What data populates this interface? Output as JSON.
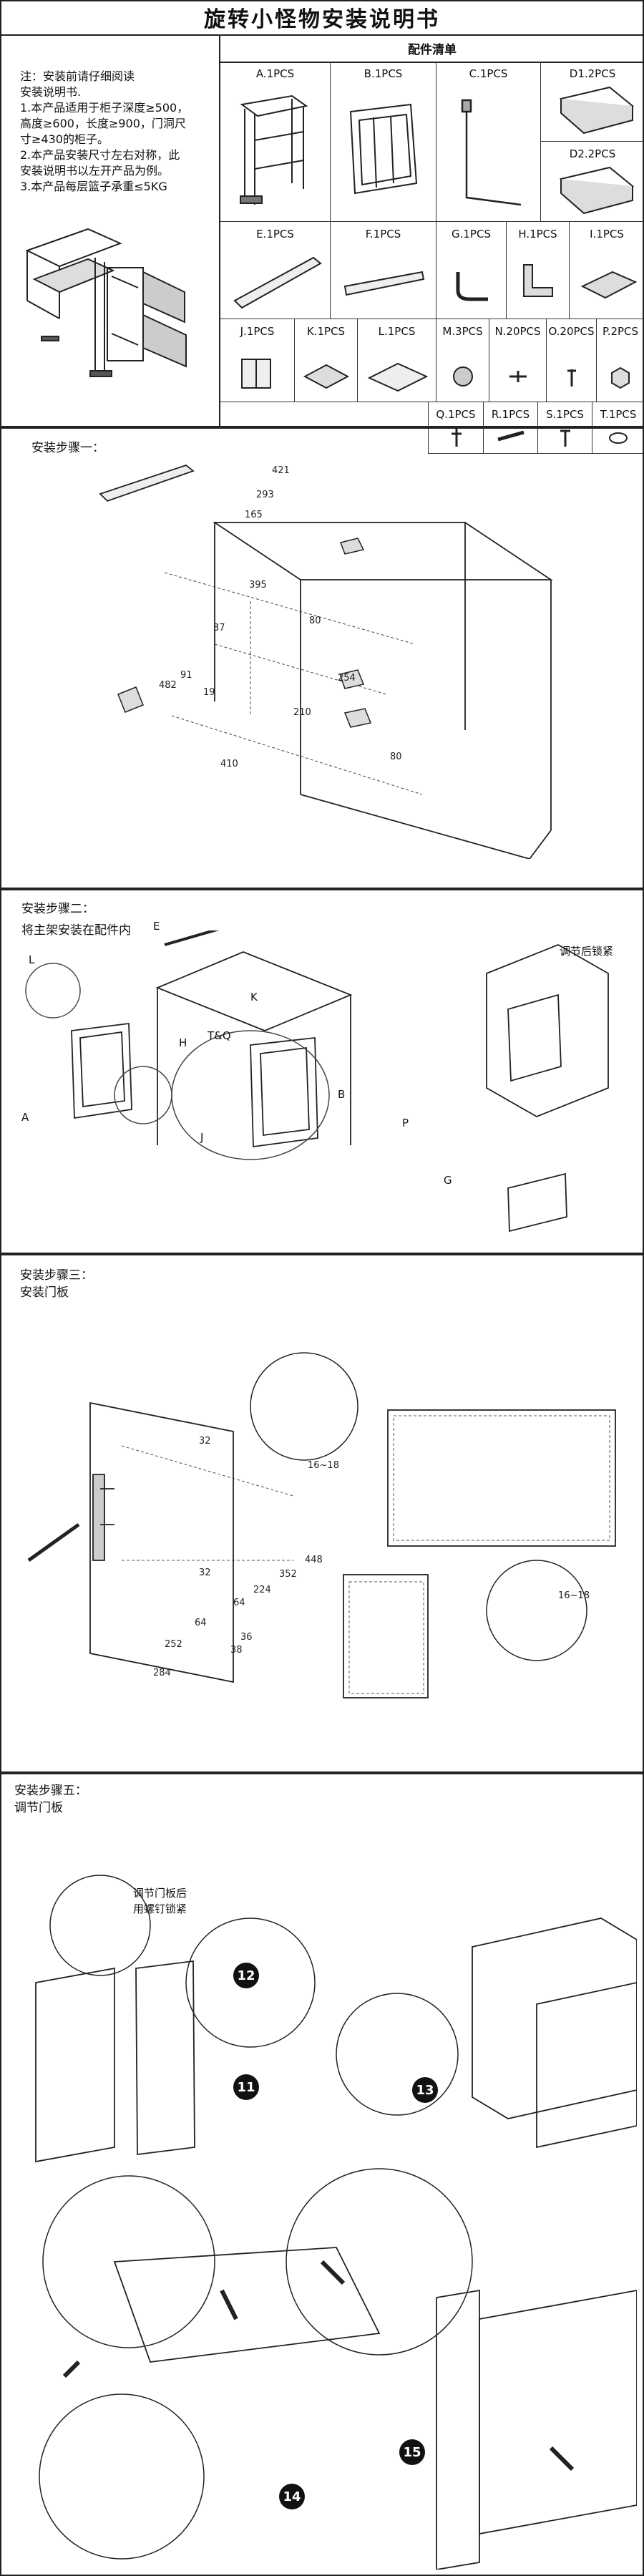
{
  "title": "旋转小怪物安装说明书",
  "notes": [
    "注：安装前请仔细阅读",
    "安装说明书.",
    "1.本产品适用于柜子深度≥500，",
    "高度≥600，长度≥900，门洞尺",
    "寸≥430的柜子。",
    "2.本产品安装尺寸左右对称，此",
    "安装说明书以左开产品为例。",
    "3.本产品每层篮子承重≤5KG"
  ],
  "parts": {
    "header": "配件清单",
    "items": [
      {
        "label": "A.1PCS",
        "icon": "frame-basket-icon"
      },
      {
        "label": "B.1PCS",
        "icon": "door-frame-icon"
      },
      {
        "label": "C.1PCS",
        "icon": "hinge-rod-icon"
      },
      {
        "label": "D1.2PCS",
        "icon": "tray-basket-icon"
      },
      {
        "label": "D2.2PCS",
        "icon": "tray-basket-icon"
      },
      {
        "label": "E.1PCS",
        "icon": "rail-icon"
      },
      {
        "label": "F.1PCS",
        "icon": "link-bar-icon"
      },
      {
        "label": "G.1PCS",
        "icon": "hook-icon"
      },
      {
        "label": "H.1PCS",
        "icon": "angle-bracket-icon"
      },
      {
        "label": "I.1PCS",
        "icon": "plate-icon"
      },
      {
        "label": "J.1PCS",
        "icon": "bracket-icon"
      },
      {
        "label": "K.1PCS",
        "icon": "mount-plate-icon"
      },
      {
        "label": "L.1PCS",
        "icon": "plate-arrow-icon"
      },
      {
        "label": "M.3PCS",
        "icon": "knob-icon"
      },
      {
        "label": "N.20PCS",
        "icon": "screw-icon"
      },
      {
        "label": "O.20PCS",
        "icon": "screw-icon"
      },
      {
        "label": "P.2PCS",
        "icon": "nut-icon"
      },
      {
        "label": "Q.1PCS",
        "icon": "screw-icon"
      },
      {
        "label": "R.1PCS",
        "icon": "pin-icon"
      },
      {
        "label": "S.1PCS",
        "icon": "screw-icon"
      },
      {
        "label": "T.1PCS",
        "icon": "washer-icon"
      }
    ]
  },
  "step1": {
    "label": "安装步骤一：",
    "dims": [
      "421",
      "293",
      "165",
      "395",
      "80",
      "37",
      "482",
      "19",
      "254",
      "210",
      "80",
      "410",
      "91"
    ]
  },
  "step2": {
    "label": "安装步骤二：",
    "sublabel": "将主架安装在配件内",
    "callouts": [
      "E",
      "K",
      "L",
      "H",
      "T&Q",
      "A",
      "J",
      "B",
      "P",
      "G"
    ],
    "lock_note": "调节后锁紧"
  },
  "step3": {
    "label": "安装步骤三：",
    "sublabel": "安装门板",
    "dims": [
      "32",
      "32",
      "448",
      "352",
      "224",
      "64",
      "64",
      "36",
      "38",
      "252",
      "284"
    ],
    "gap_top": "16~18",
    "gap_side": "16~18"
  },
  "step5": {
    "label": "安装步骤五：",
    "sublabel": "调节门板",
    "note_line1": "调节门板后",
    "note_line2": "用螺钉锁紧",
    "steps": [
      "11",
      "12",
      "13",
      "14",
      "15"
    ]
  }
}
